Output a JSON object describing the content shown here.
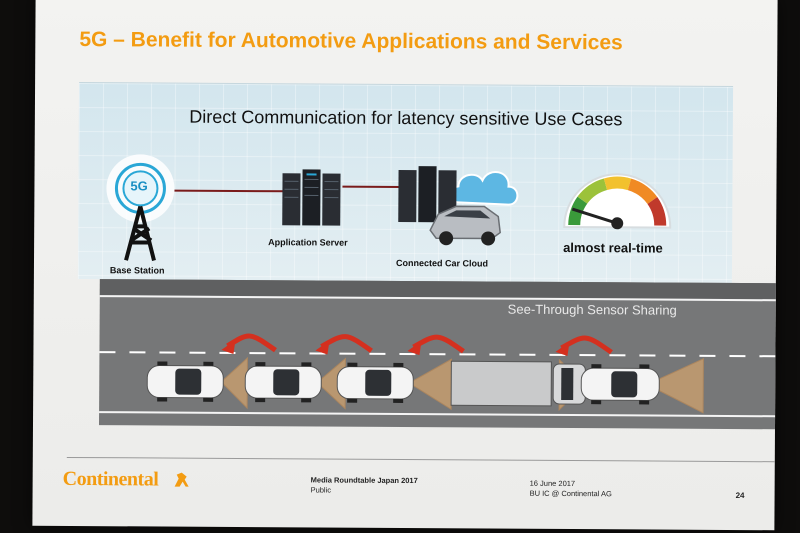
{
  "slide": {
    "title": "5G – Benefit for Automotive Applications and Services",
    "subtitle": "Direct Communication for latency sensitive Use Cases",
    "base_station": {
      "badge": "5G",
      "label": "Base Station"
    },
    "application_server": {
      "label": "Application Server"
    },
    "car_cloud": {
      "label": "Connected Car Cloud"
    },
    "gauge": {
      "label": "almost real-time",
      "colors": [
        "#3a9a3a",
        "#9cc23a",
        "#f2c12e",
        "#f08a24",
        "#c0392b"
      ]
    },
    "road": {
      "caption": "See-Through Sensor Sharing"
    },
    "footer": {
      "logo": "Continental",
      "event": "Media Roundtable Japan 2017",
      "classification": "Public",
      "date": "16 June 2017",
      "org": "BU IC @ Continental AG",
      "page": "24"
    }
  }
}
